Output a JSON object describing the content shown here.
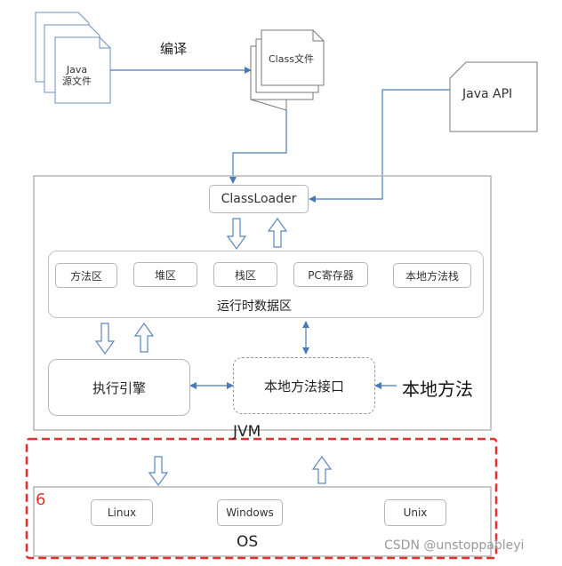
{
  "source_label": "Java\n源文件",
  "compile_label": "编译",
  "class_file_label": "Class文件",
  "java_api_label": "Java API",
  "classloader_label": "ClassLoader",
  "runtime_area": {
    "title": "运行时数据区",
    "items": [
      "方法区",
      "堆区",
      "栈区",
      "PC寄存器",
      "本地方法栈"
    ]
  },
  "exec_engine_label": "执行引擎",
  "native_interface_label": "本地方法接口",
  "native_method_label": "本地方法",
  "jvm_label": "JVM",
  "os": {
    "number": "6",
    "label": "OS",
    "items": [
      "Linux",
      "Windows",
      "Unix"
    ]
  },
  "watermark": "CSDN @unstoppableyi",
  "colors": {
    "arrow": "#4a7ab8",
    "hollow_arrow": "#5b86be",
    "box_border": "#b5b5b5",
    "dashed_red": "#e53030",
    "os_number": "#e53030"
  }
}
